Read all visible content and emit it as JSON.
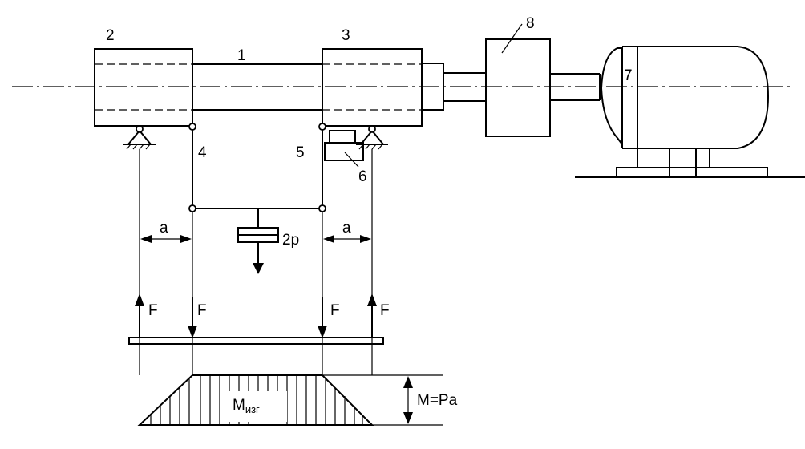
{
  "labels": {
    "shaft": "1",
    "left_support": "2",
    "right_support": "3",
    "left_rod": "4",
    "right_rod": "5",
    "counter": "6",
    "motor": "7",
    "coupling": "8",
    "distance_left": "a",
    "distance_right": "a",
    "load": "2р",
    "force_1": "F",
    "force_2": "F",
    "force_3": "F",
    "force_4": "F",
    "moment_main": "М",
    "moment_sub": "изг",
    "moment_value": "M=Pa"
  }
}
